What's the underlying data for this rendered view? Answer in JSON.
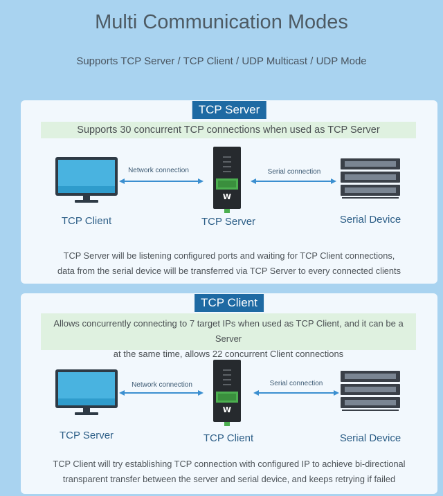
{
  "header": {
    "title": "Multi Communication Modes",
    "subtitle": "Supports TCP Server / TCP Client / UDP Multicast / UDP Mode"
  },
  "panels": [
    {
      "title": "TCP Server",
      "bar_line1": "Supports 30 concurrent TCP connections when used as TCP Server",
      "bar_line2": "",
      "network_label": "Network connection",
      "serial_label": "Serial connection",
      "left_node": "TCP Client",
      "center_node": "TCP Server",
      "right_node": "Serial Device",
      "desc_line1": "TCP Server will be listening configured ports and waiting for TCP Client connections,",
      "desc_line2": "data from the serial device will be transferred via TCP Server to every connected clients"
    },
    {
      "title": "TCP Client",
      "bar_line1": "Allows concurrently connecting to 7 target IPs when used as TCP Client, and it can be a Server",
      "bar_line2": "at the same time, allows 22 concurrent Client connections",
      "network_label": "Network connection",
      "serial_label": "Serial connection",
      "left_node": "TCP Server",
      "center_node": "TCP Client",
      "right_node": "Serial Device",
      "desc_line1": "TCP Client will try establishing TCP connection with configured IP to achieve bi-directional",
      "desc_line2": "transparent transfer between the server and serial device, and keeps retrying if failed"
    }
  ],
  "colors": {
    "background": "#a9d3f0",
    "panel": "#f2f8fd",
    "title_tag": "#1e6aa3",
    "bar": "#dff1e0",
    "node_label": "#2b5d86",
    "arrow": "#3b8fd0"
  }
}
